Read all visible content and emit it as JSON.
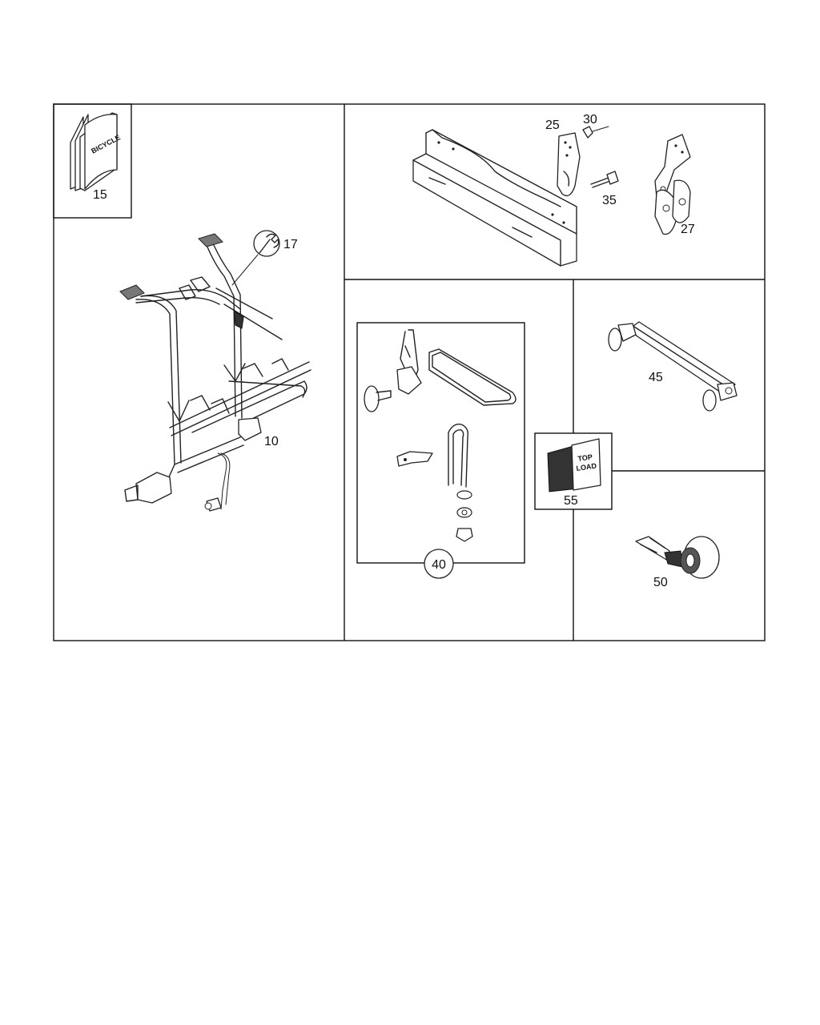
{
  "callouts": {
    "bicycle_manual": "15",
    "wrench_tool": "17",
    "bike_rack_carrier": "10",
    "mounting_rail": "25",
    "small_bolt": "30",
    "screw": "35",
    "bracket_with_plates": "27",
    "hardware_kit": "40",
    "load_bar": "45",
    "strap": "50",
    "top_load_manual": "55"
  },
  "booklet_texts": {
    "bicycle_cover": "BICYCLE",
    "top_load_cover_line1": "TOP",
    "top_load_cover_line2": "LOAD"
  }
}
